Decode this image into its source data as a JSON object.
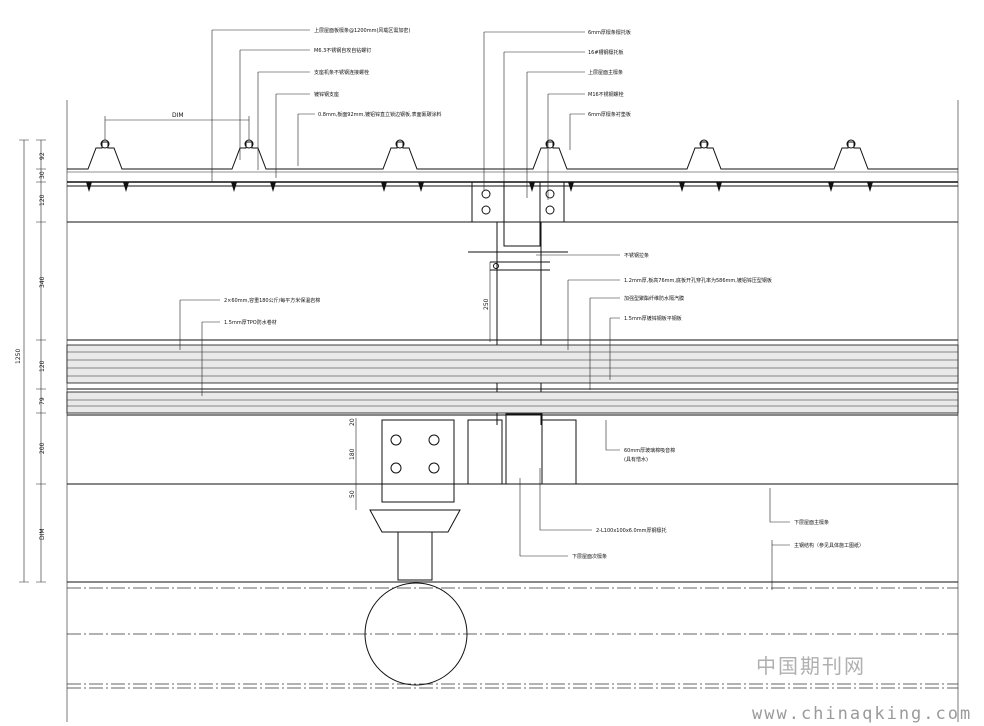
{
  "labels": {
    "top": [
      "上层屋面板檩条@1200mm(风载区需加密)",
      "M6.3不锈钢自攻自钻螺钉",
      "支座机条不锈钢连接螺栓",
      "镀锌钢支座",
      "0.8mm,板面92mm,镀铝锌直立锁边钢板,表面氟碳涂料",
      "6mm厚檩条檩托板",
      "16#槽钢檩托板",
      "上层屋面主檩条",
      "M16不锈钢螺栓",
      "6mm厚檩条衬垫板"
    ],
    "mid": [
      "不锈钢拉条",
      "1.2mm厚,板高76mm,底板开孔穿孔率为586mm,镀铝锌压型钢板",
      "加强型聚酯纤维防水隔汽膜",
      "1.5mm厚镀锌钢板平钢板",
      "2×60mm,容重180公斤/每平方米保温岩棉",
      "1.5mm厚TPO防水卷材"
    ],
    "bottom": [
      "60mm厚玻璃棉吸音棉",
      "(具有憎水)",
      "2-L100x100x6.0mm厚钢檩托",
      "下层屋面次檩条",
      "下层屋面主檩条",
      "主钢结构（参见具体施工图纸）"
    ]
  },
  "dimensions": {
    "left": [
      "92",
      "30",
      "120",
      "340",
      "120",
      "79",
      "200",
      "DIM"
    ],
    "total": "1250",
    "top_span": "DIM",
    "vertical": "250",
    "plate": [
      "20",
      "180",
      "50"
    ]
  },
  "watermark": {
    "cn": "中国期刊网",
    "url": "www.chinaqking.com"
  }
}
